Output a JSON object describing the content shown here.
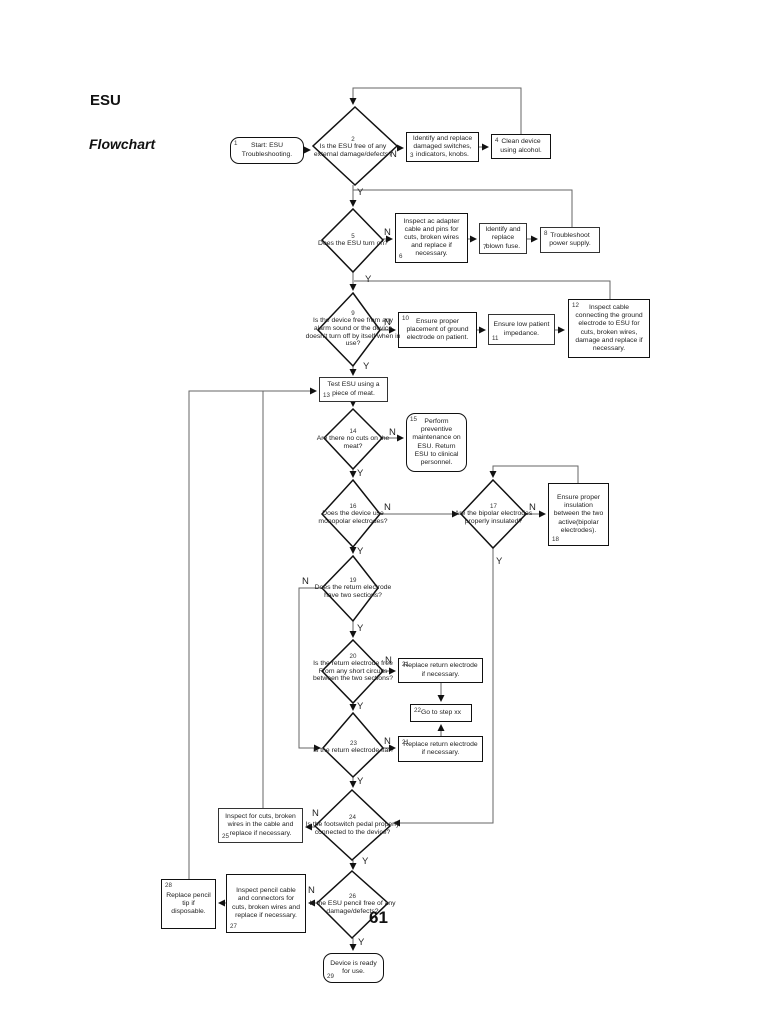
{
  "page": {
    "title": "ESU",
    "subtitle": "Flowchart",
    "page_number": "61"
  },
  "labels": {
    "yes": "Y",
    "no": "N"
  },
  "nodes": {
    "n1": {
      "num": "1",
      "text": "Start: ESU Troubleshooting."
    },
    "n2": {
      "num": "2",
      "text": "Is the ESU free of any external damage/defects?"
    },
    "n3": {
      "num": "3",
      "text": "Identify and replace damaged switches, indicators, knobs."
    },
    "n4": {
      "num": "4",
      "text": "Clean device using alcohol."
    },
    "n5": {
      "num": "5",
      "text": "Does the ESU turn on?"
    },
    "n6": {
      "num": "6",
      "text": "Inspect ac adapter cable and pins for cuts, broken wires and replace if necessary."
    },
    "n7": {
      "num": "7",
      "text": "Identify and replace blown fuse."
    },
    "n8": {
      "num": "8",
      "text": "Troubleshoot power supply."
    },
    "n9": {
      "num": "9",
      "text": "Is the device free from any alarm sound or the device doesn't turn off by itself when in use?"
    },
    "n10": {
      "num": "10",
      "text": "Ensure proper placement of ground electrode on patient."
    },
    "n11": {
      "num": "11",
      "text": "Ensure low patient impedance."
    },
    "n12": {
      "num": "12",
      "text": "Inspect cable connecting the ground electrode to ESU for cuts, broken wires, damage and replace if necessary."
    },
    "n13": {
      "num": "13",
      "text": "Test ESU using a piece of meat."
    },
    "n14": {
      "num": "14",
      "text": "Are there no cuts on the meat?"
    },
    "n15": {
      "num": "15",
      "text": "Perform preventive maintenance on ESU. Return ESU to clinical personnel."
    },
    "n16": {
      "num": "16",
      "text": "Does the device use monopolar electrodes?"
    },
    "n17": {
      "num": "17",
      "text": "Are the bipolar electrodes properly insulated?"
    },
    "n18": {
      "num": "18",
      "text": "Ensure proper insulation between the two active(bipolar electrodes)."
    },
    "n19": {
      "num": "19",
      "text": "Does the return electrode have two sections?"
    },
    "n20": {
      "num": "20",
      "text": "Is the return electrode free From any short circuits between the two sections?"
    },
    "n21": {
      "num": "21",
      "text": "Replace return electrode if necessary."
    },
    "n22": {
      "num": "22",
      "text": "Go to step xx"
    },
    "n21b": {
      "num": "21",
      "text": "Replace return electrode if necessary."
    },
    "n23": {
      "num": "23",
      "text": "Is the return electrode flat?"
    },
    "n24": {
      "num": "24",
      "text": "Is the footswitch pedal properly connected to the device?"
    },
    "n25": {
      "num": "25",
      "text": "Inspect for cuts, broken wires in the cable and replace if necessary."
    },
    "n26": {
      "num": "26",
      "text": "Is the ESU pencil free of any damage/defects?"
    },
    "n27": {
      "num": "27",
      "text": "Inspect pencil cable and connectors for cuts, broken wires and replace if necessary."
    },
    "n28": {
      "num": "28",
      "text": "Replace pencil tip if disposable."
    },
    "n29": {
      "num": "29",
      "text": "Device is ready for use."
    }
  }
}
